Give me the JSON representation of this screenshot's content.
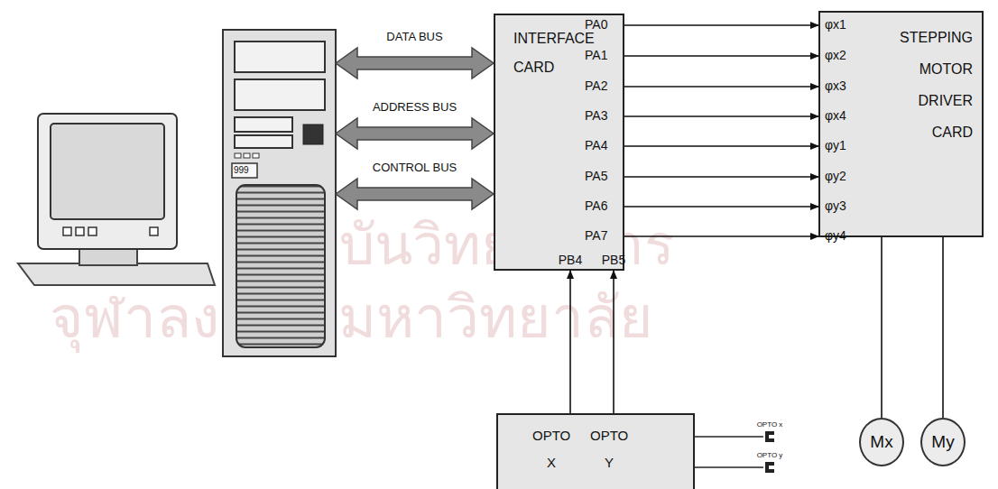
{
  "diagram": {
    "nodes": [
      {
        "text": [
          "999"
        ]
      },
      {
        "text": [
          "INTERFACE CARD"
        ]
      },
      {
        "text": [
          "STEPPING MOTOR DRIVER CARD"
        ]
      },
      {
        "text": [
          "Mx"
        ]
      },
      {
        "text": [
          "My"
        ]
      },
      {
        "text": [
          "OPTO X",
          "OPTO Y"
        ]
      }
    ],
    "edges": [
      {
        "from": 0,
        "to": 1,
        "label": "DATA BUS",
        "arrow": "both"
      },
      {
        "from": 0,
        "to": 1,
        "label": "ADDRESS BUS",
        "arrow": "both"
      },
      {
        "from": 0,
        "to": 1,
        "label": "CONTROL BUS",
        "arrow": "both"
      },
      {
        "from": 1,
        "to": 2,
        "arrow": "to"
      },
      {
        "from": 1,
        "to": 2,
        "arrow": "to"
      },
      {
        "from": 1,
        "to": 2,
        "arrow": "to"
      },
      {
        "from": 1,
        "to": 2,
        "arrow": "to"
      },
      {
        "from": 1,
        "to": 2,
        "arrow": "to"
      },
      {
        "from": 1,
        "to": 2,
        "arrow": "to"
      },
      {
        "from": 1,
        "to": 2,
        "arrow": "to"
      },
      {
        "from": 1,
        "to": 2,
        "arrow": "to"
      },
      {
        "from": 2,
        "to": 3,
        "arrow": "none"
      },
      {
        "from": 2,
        "to": 4,
        "arrow": "none"
      },
      {
        "from": 5,
        "to": 1,
        "arrow": "to"
      },
      {
        "from": 5,
        "to": 1,
        "arrow": "to"
      }
    ],
    "labels": [
      "PA0",
      "PA1",
      "PA2",
      "PA3",
      "PA4",
      "PA5",
      "PA6",
      "PA7",
      "PB4",
      "PB5",
      "φx1",
      "φx2",
      "φx3",
      "φx4",
      "φy1",
      "φy2",
      "φy3",
      "φy4",
      "OPTO x",
      "OPTO y",
      "สถาบันวิทยบริการ",
      "จุฬาลงกรณ์มหาวิทยาลัย"
    ]
  }
}
